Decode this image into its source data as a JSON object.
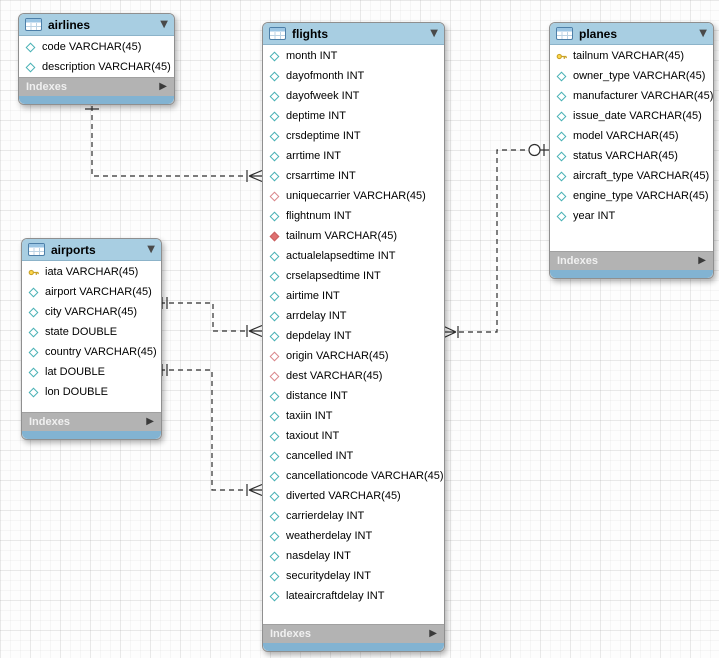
{
  "ui": {
    "collapse_glyph": "▼",
    "expand_glyph": "▶"
  },
  "colors": {
    "table_header": "#a8cee2",
    "table_footer": "#82b3d2",
    "indexes_bar": "#b3b3b3",
    "relationship_line": "#2e2e2e",
    "column_icon": "#49b1b5",
    "fk_icon": "#d9878b",
    "pk_icon": "#ffd84d"
  },
  "tables": [
    {
      "name": "airlines",
      "indexes_label": "Indexes",
      "columns": [
        {
          "label": "code VARCHAR(45)",
          "icon": "column"
        },
        {
          "label": "description VARCHAR(45)",
          "icon": "column"
        }
      ]
    },
    {
      "name": "flights",
      "indexes_label": "Indexes",
      "columns": [
        {
          "label": "month INT",
          "icon": "column"
        },
        {
          "label": "dayofmonth INT",
          "icon": "column"
        },
        {
          "label": "dayofweek INT",
          "icon": "column"
        },
        {
          "label": "deptime INT",
          "icon": "column"
        },
        {
          "label": "crsdeptime INT",
          "icon": "column"
        },
        {
          "label": "arrtime INT",
          "icon": "column"
        },
        {
          "label": "crsarrtime INT",
          "icon": "column"
        },
        {
          "label": "uniquecarrier VARCHAR(45)",
          "icon": "fk"
        },
        {
          "label": "flightnum INT",
          "icon": "column"
        },
        {
          "label": "tailnum VARCHAR(45)",
          "icon": "fk-notnull"
        },
        {
          "label": "actualelapsedtime INT",
          "icon": "column"
        },
        {
          "label": "crselapsedtime INT",
          "icon": "column"
        },
        {
          "label": "airtime INT",
          "icon": "column"
        },
        {
          "label": "arrdelay INT",
          "icon": "column"
        },
        {
          "label": "depdelay INT",
          "icon": "column"
        },
        {
          "label": "origin VARCHAR(45)",
          "icon": "fk"
        },
        {
          "label": "dest VARCHAR(45)",
          "icon": "fk"
        },
        {
          "label": "distance INT",
          "icon": "column"
        },
        {
          "label": "taxiin INT",
          "icon": "column"
        },
        {
          "label": "taxiout INT",
          "icon": "column"
        },
        {
          "label": "cancelled INT",
          "icon": "column"
        },
        {
          "label": "cancellationcode VARCHAR(45)",
          "icon": "column"
        },
        {
          "label": "diverted VARCHAR(45)",
          "icon": "column"
        },
        {
          "label": "carrierdelay INT",
          "icon": "column"
        },
        {
          "label": "weatherdelay INT",
          "icon": "column"
        },
        {
          "label": "nasdelay INT",
          "icon": "column"
        },
        {
          "label": "securitydelay INT",
          "icon": "column"
        },
        {
          "label": "lateaircraftdelay INT",
          "icon": "column"
        }
      ]
    },
    {
      "name": "airports",
      "indexes_label": "Indexes",
      "columns": [
        {
          "label": "iata VARCHAR(45)",
          "icon": "pk"
        },
        {
          "label": "airport VARCHAR(45)",
          "icon": "column"
        },
        {
          "label": "city VARCHAR(45)",
          "icon": "column"
        },
        {
          "label": "state DOUBLE",
          "icon": "column"
        },
        {
          "label": "country VARCHAR(45)",
          "icon": "column"
        },
        {
          "label": "lat DOUBLE",
          "icon": "column"
        },
        {
          "label": "lon DOUBLE",
          "icon": "column"
        }
      ]
    },
    {
      "name": "planes",
      "indexes_label": "Indexes",
      "columns": [
        {
          "label": "tailnum VARCHAR(45)",
          "icon": "pk"
        },
        {
          "label": "owner_type VARCHAR(45)",
          "icon": "column"
        },
        {
          "label": "manufacturer VARCHAR(45)",
          "icon": "column"
        },
        {
          "label": "issue_date VARCHAR(45)",
          "icon": "column"
        },
        {
          "label": "model VARCHAR(45)",
          "icon": "column"
        },
        {
          "label": "status VARCHAR(45)",
          "icon": "column"
        },
        {
          "label": "aircraft_type VARCHAR(45)",
          "icon": "column"
        },
        {
          "label": "engine_type VARCHAR(45)",
          "icon": "column"
        },
        {
          "label": "year INT",
          "icon": "column"
        }
      ]
    }
  ],
  "relationships": [
    {
      "from": "airlines",
      "to": "flights",
      "cardinality": "one-to-many",
      "line_style": "dashed"
    },
    {
      "from": "airports",
      "to": "flights",
      "cardinality": "one-to-many",
      "line_style": "dashed"
    },
    {
      "from": "airports",
      "to": "flights",
      "cardinality": "one-to-many",
      "line_style": "dashed"
    },
    {
      "from": "planes",
      "to": "flights",
      "cardinality": "zero-or-one-to-many",
      "line_style": "dashed"
    }
  ]
}
